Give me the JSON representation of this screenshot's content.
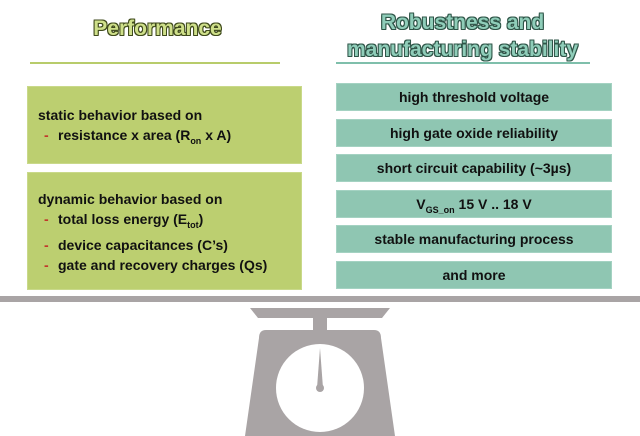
{
  "left": {
    "title": "Performance",
    "boxes": [
      {
        "heading": "static behavior based on",
        "items": [
          {
            "text": "resistance x area (R",
            "sub": "on",
            "after": " x A)"
          }
        ]
      },
      {
        "heading": "dynamic behavior based on",
        "items": [
          {
            "text": "total loss energy (E",
            "sub": "tot",
            "after": ")"
          },
          {
            "text": "device capacitances (C’s)",
            "sub": "",
            "after": ""
          },
          {
            "text": "gate and recovery charges (Q",
            "sub": "",
            "after": "s)"
          }
        ]
      }
    ]
  },
  "right": {
    "title_line1": "Robustness and",
    "title_line2": "manufacturing stability",
    "items": [
      {
        "text": "high threshold voltage",
        "sub": "",
        "after": ""
      },
      {
        "text": "high gate oxide reliability",
        "sub": "",
        "after": ""
      },
      {
        "text": "short circuit capability (~3µs)",
        "sub": "",
        "after": ""
      },
      {
        "text": "V",
        "sub": "GS_on",
        "after": " 15 V .. 18 V"
      },
      {
        "text": "stable manufacturing process",
        "sub": "",
        "after": ""
      },
      {
        "text": "and more",
        "sub": "",
        "after": ""
      }
    ]
  },
  "colors": {
    "left_box": "#bccf70",
    "right_box": "#8fc6b2",
    "dash": "#c0392b",
    "scale": "#a9a4a5"
  },
  "icons": {
    "scale": "weighing-scale-icon"
  }
}
